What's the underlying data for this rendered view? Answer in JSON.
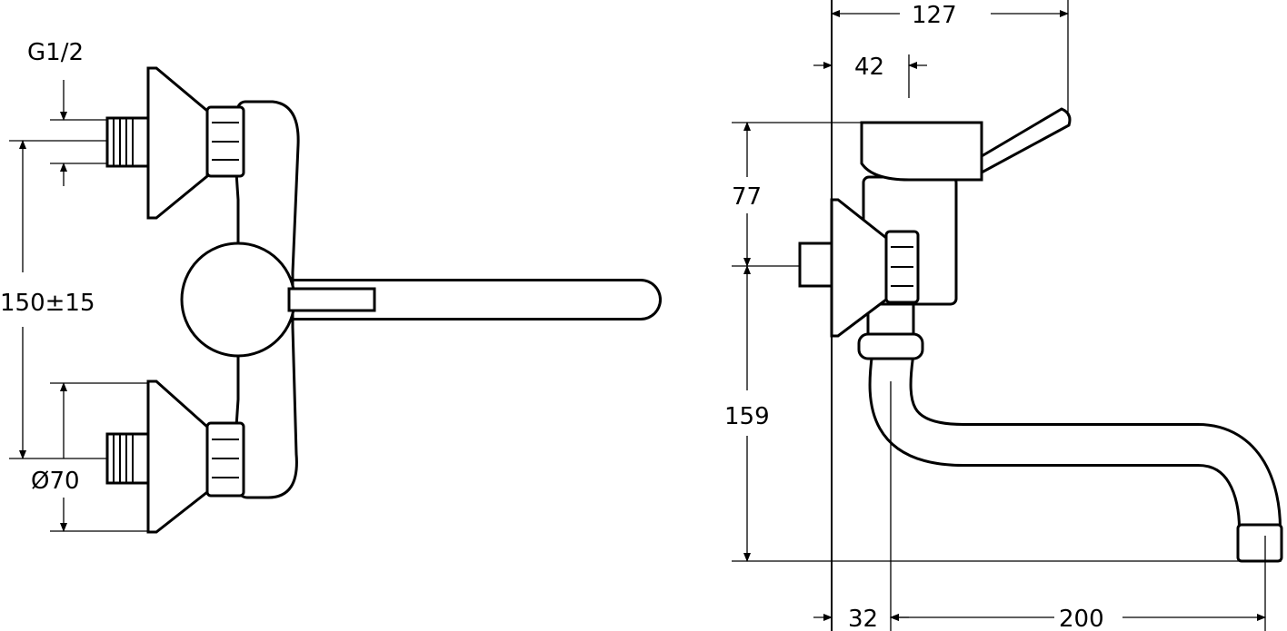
{
  "drawing": {
    "front_view": {
      "thread_label": "G1/2",
      "center_distance_label": "150±15",
      "flange_diameter_label": "Ø70"
    },
    "side_view": {
      "overall_depth_label": "127",
      "lever_offset_label": "42",
      "top_height_label": "77",
      "outlet_height_label": "159",
      "wall_to_spout_label": "32",
      "spout_reach_label": "200"
    }
  }
}
